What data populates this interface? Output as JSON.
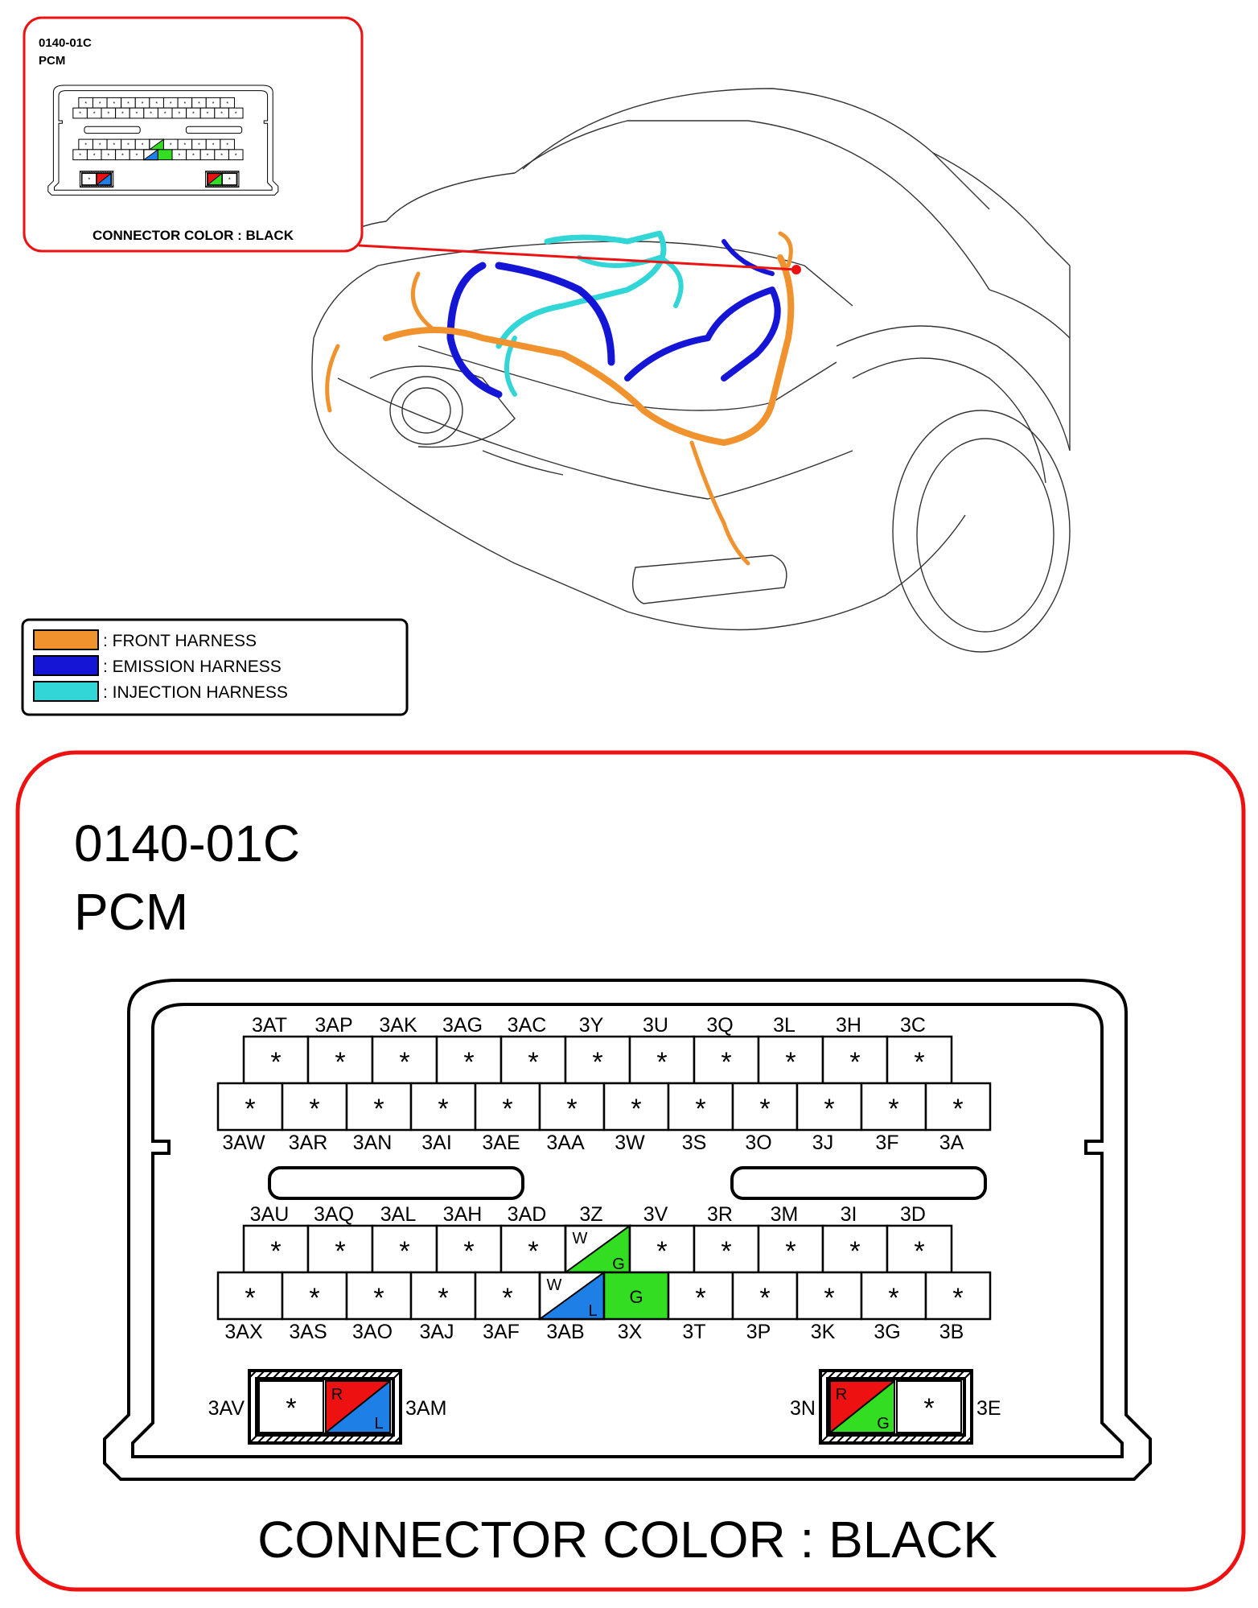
{
  "inset": {
    "code": "0140-01C",
    "name": "PCM",
    "connector_color": "CONNECTOR COLOR : BLACK"
  },
  "legend": [
    {
      "label": ": FRONT HARNESS",
      "color": "#f0922e"
    },
    {
      "label": ": EMISSION HARNESS",
      "color": "#1515d6"
    },
    {
      "label": ": INJECTION HARNESS",
      "color": "#33d6d6"
    }
  ],
  "detail": {
    "code": "0140-01C",
    "name": "PCM",
    "connector_color": "CONNECTOR COLOR : BLACK"
  },
  "connector": {
    "upper_top_labels": [
      "3AT",
      "3AP",
      "3AK",
      "3AG",
      "3AC",
      "3Y",
      "3U",
      "3Q",
      "3L",
      "3H",
      "3C"
    ],
    "upper_bottom_labels": [
      "3AW",
      "3AR",
      "3AN",
      "3AI",
      "3AE",
      "3AA",
      "3W",
      "3S",
      "3O",
      "3J",
      "3F",
      "3A"
    ],
    "lower_top_labels": [
      "3AU",
      "3AQ",
      "3AL",
      "3AH",
      "3AD",
      "3Z",
      "3V",
      "3R",
      "3M",
      "3I",
      "3D"
    ],
    "lower_bottom_labels": [
      "3AX",
      "3AS",
      "3AO",
      "3AJ",
      "3AF",
      "3AB",
      "3X",
      "3T",
      "3P",
      "3K",
      "3G",
      "3B"
    ],
    "pin_marker": "*",
    "pin_3Z": {
      "wire_top": "W",
      "wire_bottom": "G",
      "color_top": "#ffffff",
      "color_bottom": "#33dd22"
    },
    "pin_3AB": {
      "wire_top": "W",
      "wire_bottom": "L",
      "color_top": "#ffffff",
      "color_bottom": "#1e7fe6"
    },
    "pin_3X": {
      "wire": "G",
      "color": "#33dd22"
    },
    "small_left": {
      "left_label": "3AV",
      "right_label": "3AM",
      "wire_top": "R",
      "wire_bottom": "L",
      "color_top": "#ee1111",
      "color_bottom": "#1e7fe6"
    },
    "small_right": {
      "left_label": "3N",
      "right_label": "3E",
      "wire_top": "R",
      "wire_bottom": "G",
      "color_top": "#ee1111",
      "color_bottom": "#33dd22"
    }
  },
  "colors": {
    "frame_red": "#ee1111",
    "front": "#f0922e",
    "emission": "#1515d6",
    "injection": "#33d6d6"
  }
}
